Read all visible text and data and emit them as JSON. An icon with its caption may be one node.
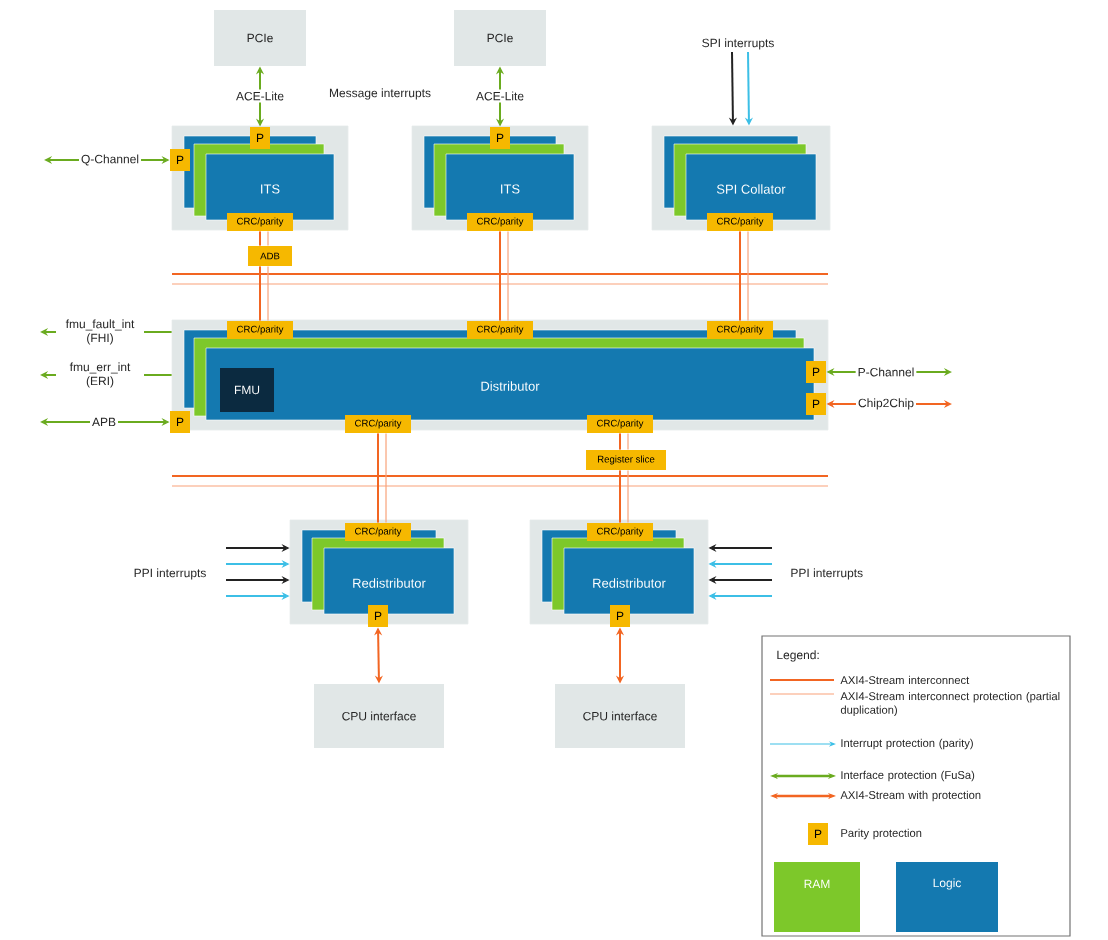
{
  "diagram": {
    "nodes": [
      {
        "text": [
          "PCIe"
        ]
      },
      {
        "text": [
          "PCIe"
        ]
      },
      {
        "text": [
          "ITS"
        ]
      },
      {
        "text": [
          "P"
        ],
        "in": 2
      },
      {
        "text": [
          "P"
        ],
        "in": 2
      },
      {
        "text": [
          "CRC/parity"
        ],
        "in": 2
      },
      {
        "text": [
          "ITS"
        ]
      },
      {
        "text": [
          "P"
        ],
        "in": 6
      },
      {
        "text": [
          "CRC/parity"
        ],
        "in": 6
      },
      {
        "text": [
          "SPI Collator"
        ]
      },
      {
        "text": [
          "CRC/parity"
        ],
        "in": 9
      },
      {
        "text": [
          "ADB"
        ]
      },
      {
        "text": [
          "Distributor"
        ]
      },
      {
        "text": [
          "FMU"
        ],
        "in": 12
      },
      {
        "text": [
          "CRC/parity"
        ],
        "in": 12
      },
      {
        "text": [
          "CRC/parity"
        ],
        "in": 12
      },
      {
        "text": [
          "CRC/parity"
        ],
        "in": 12
      },
      {
        "text": [
          "P"
        ],
        "in": 12
      },
      {
        "text": [
          "CRC/parity"
        ],
        "in": 12
      },
      {
        "text": [
          "CRC/parity"
        ],
        "in": 12
      },
      {
        "text": [
          "P"
        ],
        "in": 12
      },
      {
        "text": [
          "P"
        ],
        "in": 12
      },
      {
        "text": [
          "Register slice"
        ]
      },
      {
        "text": [
          "Redistributor"
        ]
      },
      {
        "text": [
          "CRC/parity"
        ],
        "in": 23
      },
      {
        "text": [
          "P"
        ],
        "in": 23
      },
      {
        "text": [
          "Redistributor"
        ]
      },
      {
        "text": [
          "CRC/parity"
        ],
        "in": 26
      },
      {
        "text": [
          "P"
        ],
        "in": 26
      },
      {
        "text": [
          "CPU interface"
        ]
      },
      {
        "text": [
          "CPU interface"
        ]
      },
      {
        "text": [
          "SPI interrupts"
        ]
      }
    ],
    "edges": [
      {
        "from": 3,
        "to": 0,
        "arrow": "both",
        "label": "ACE-Lite",
        "color": "#6aab1f"
      },
      {
        "from": 7,
        "to": 1,
        "arrow": "both",
        "label": "ACE-Lite",
        "color": "#6aab1f"
      },
      {
        "from": null,
        "to": 4,
        "arrow": "both",
        "label": "Q-Channel",
        "color": "#6aab1f"
      },
      {
        "from": 31,
        "to": 9,
        "arrow": "to",
        "color": "#222222"
      },
      {
        "from": 31,
        "to": 9,
        "arrow": "to",
        "color": "#3cbfe6"
      },
      {
        "from": 5,
        "to": 11,
        "arrow": "none"
      },
      {
        "from": 11,
        "to": 14,
        "arrow": "none"
      },
      {
        "from": 8,
        "to": 15,
        "arrow": "none"
      },
      {
        "from": 10,
        "to": 16,
        "arrow": "none"
      },
      {
        "from": 18,
        "to": 24,
        "arrow": "none"
      },
      {
        "from": 19,
        "to": 22,
        "arrow": "none"
      },
      {
        "from": 22,
        "to": 27,
        "arrow": "none"
      },
      {
        "from": 12,
        "to": null,
        "arrow": "to",
        "label": "fmu_fault_int (FHI)",
        "color": "#6aab1f"
      },
      {
        "from": 12,
        "to": null,
        "arrow": "to",
        "label": "fmu_err_int (ERI)",
        "color": "#6aab1f"
      },
      {
        "from": null,
        "to": 17,
        "arrow": "both",
        "label": "APB",
        "color": "#6aab1f"
      },
      {
        "from": 20,
        "to": null,
        "arrow": "both",
        "label": "P-Channel",
        "color": "#6aab1f"
      },
      {
        "from": 21,
        "to": null,
        "arrow": "both",
        "label": "Chip2Chip"
      },
      {
        "from": 25,
        "to": 29,
        "arrow": "both"
      },
      {
        "from": 28,
        "to": 30,
        "arrow": "both"
      },
      {
        "from": null,
        "to": 23,
        "arrow": "to",
        "color": "#222222"
      },
      {
        "from": null,
        "to": 23,
        "arrow": "to",
        "color": "#3cbfe6"
      },
      {
        "from": null,
        "to": 23,
        "arrow": "to",
        "color": "#222222"
      },
      {
        "from": null,
        "to": 23,
        "arrow": "to",
        "color": "#3cbfe6"
      },
      {
        "from": null,
        "to": 26,
        "arrow": "to",
        "color": "#222222"
      },
      {
        "from": null,
        "to": 26,
        "arrow": "to",
        "color": "#3cbfe6"
      },
      {
        "from": null,
        "to": 26,
        "arrow": "to",
        "color": "#222222"
      },
      {
        "from": null,
        "to": 26,
        "arrow": "to",
        "color": "#3cbfe6"
      }
    ],
    "labels": [
      "Message interrupts",
      "PPI interrupts",
      "PPI interrupts",
      "Legend:",
      "P"
    ],
    "legend": [
      {
        "text": "AXI4-Stream interconnect"
      },
      {
        "text": "AXI4-Stream interconnect protection (partial duplication)"
      },
      {
        "text": "Interrupt protection (parity)"
      },
      {
        "text": "Interface protection (FuSa)"
      },
      {
        "text": "AXI4-Stream with protection"
      },
      {
        "text": "Parity protection"
      },
      {
        "text": "RAM",
        "color": "#7dc82a"
      },
      {
        "text": "Logic",
        "color": "#1479b0"
      }
    ]
  }
}
